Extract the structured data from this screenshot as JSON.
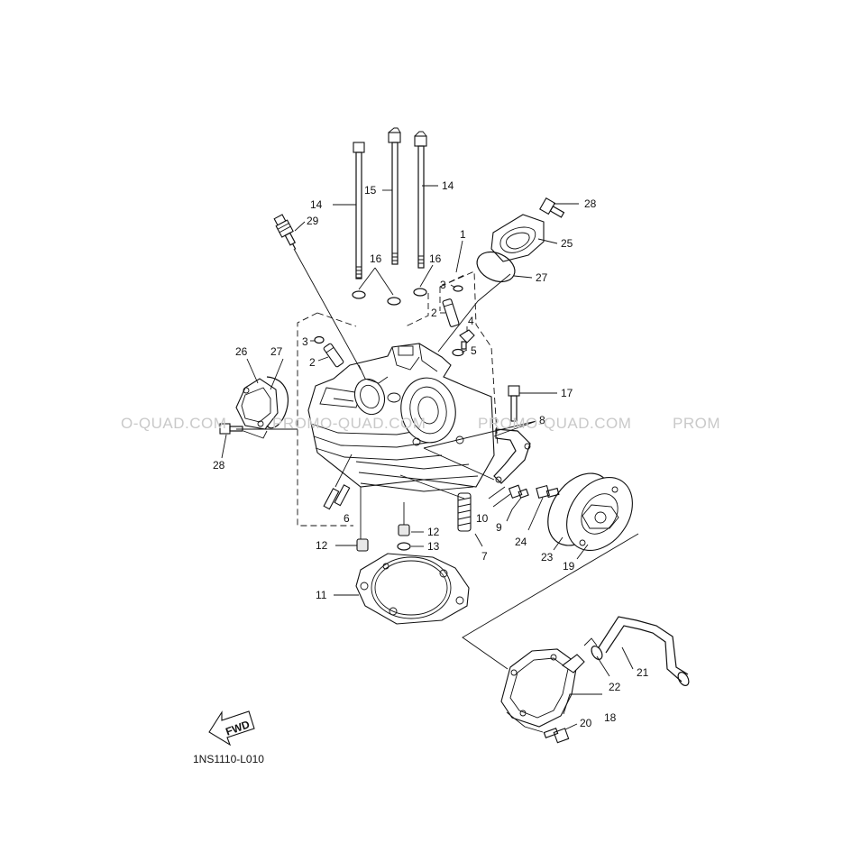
{
  "diagram": {
    "code": "1NS1110-L010",
    "fwd_text": "FWD",
    "watermarks": [
      "O-QUAD.COM",
      "PROMO-QUAD.COM",
      "PROMO-QUAD.COM",
      "PROM"
    ]
  },
  "callouts": {
    "c1": "1",
    "c2a": "2",
    "c2b": "2",
    "c3a": "3",
    "c3b": "3",
    "c4": "4",
    "c5": "5",
    "c6": "6",
    "c7": "7",
    "c8": "8",
    "c9": "9",
    "c10": "10",
    "c11": "11",
    "c12a": "12",
    "c12b": "12",
    "c13": "13",
    "c14a": "14",
    "c14b": "14",
    "c15": "15",
    "c16a": "16",
    "c16b": "16",
    "c17": "17",
    "c18": "18",
    "c19": "19",
    "c20": "20",
    "c21": "21",
    "c22": "22",
    "c23": "23",
    "c24": "24",
    "c25": "25",
    "c26": "26",
    "c27a": "27",
    "c27b": "27",
    "c28a": "28",
    "c28b": "28",
    "c29": "29"
  }
}
